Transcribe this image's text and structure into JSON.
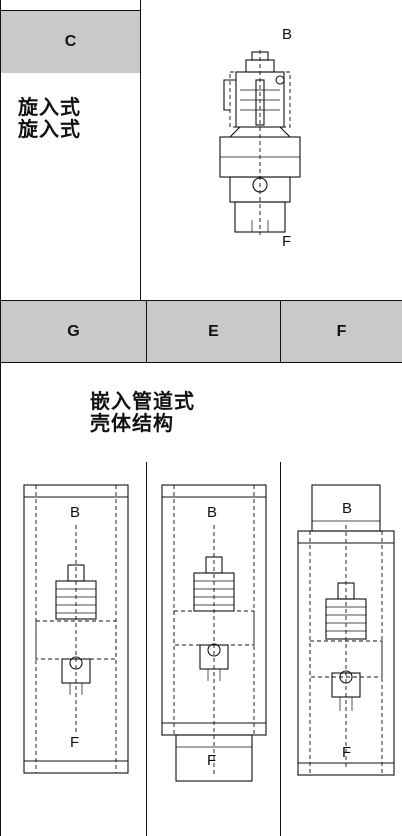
{
  "top_section": {
    "header_label": "C",
    "description_line1": "旋入式",
    "description_line2": "旋入式",
    "diagram_labels": {
      "top": "B",
      "bottom": "F"
    }
  },
  "bottom_section": {
    "headers": [
      "G",
      "E",
      "F"
    ],
    "description_line1": "嵌入管道式",
    "description_line2": "壳体结构",
    "diagrams": [
      {
        "top": "B",
        "bottom": "F"
      },
      {
        "top": "B",
        "bottom": "F"
      },
      {
        "top": "B",
        "bottom": "F"
      }
    ]
  }
}
